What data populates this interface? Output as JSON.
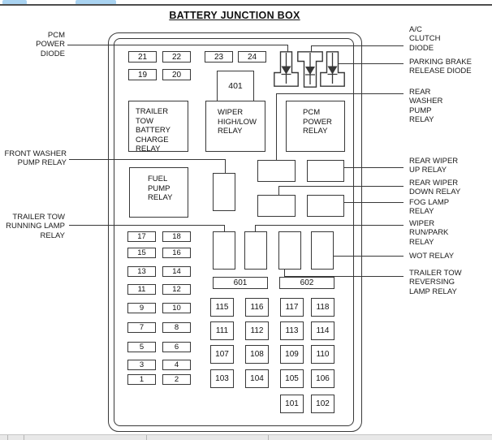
{
  "page": {
    "title": "BATTERY JUNCTION BOX"
  },
  "colors": {
    "toolbar_chip_blue": "#a9d3f1",
    "diagram_line": "#383838",
    "footer_bar_gray": "#e8e8e8"
  },
  "diagram": {
    "top_fuses": [
      "21",
      "22",
      "23",
      "24",
      "19",
      "20"
    ],
    "fuse_401": "401",
    "relay_boxes": [
      {
        "label": "TRAILER TOW\nBATTERY\nCHARGE\nRELAY"
      },
      {
        "label": "WIPER\nHIGH/LOW\nRELAY"
      },
      {
        "label": "PCM\nPOWER\nRELAY"
      },
      {
        "label": "FUEL\nPUMP\nRELAY"
      }
    ],
    "maxi_fuses": [
      "601",
      "602"
    ],
    "left_fuses": [
      "17",
      "18",
      "15",
      "16",
      "13",
      "14",
      "11",
      "12",
      "9",
      "10",
      "7",
      "8",
      "5",
      "6",
      "3",
      "4",
      "1",
      "2"
    ],
    "grid_fuses": [
      "115",
      "116",
      "117",
      "118",
      "111",
      "112",
      "113",
      "114",
      "107",
      "108",
      "109",
      "110",
      "103",
      "104",
      "105",
      "106",
      "101",
      "102"
    ],
    "callouts_left": [
      {
        "label": "PCM\nPOWER\nDIODE"
      },
      {
        "label": "FRONT WASHER\nPUMP RELAY"
      },
      {
        "label": "TRAILER TOW\nRUNNING LAMP\nRELAY"
      }
    ],
    "callouts_right": [
      {
        "label": "A/C\nCLUTCH\nDIODE"
      },
      {
        "label": "PARKING BRAKE\nRELEASE DIODE"
      },
      {
        "label": "REAR\nWASHER\nPUMP\nRELAY"
      },
      {
        "label": "REAR WIPER\nUP RELAY"
      },
      {
        "label": "REAR WIPER\nDOWN RELAY"
      },
      {
        "label": "FOG LAMP\nRELAY"
      },
      {
        "label": "WIPER\nRUN/PARK\nRELAY"
      },
      {
        "label": "WOT RELAY"
      },
      {
        "label": "TRAILER TOW\nREVERSING\nLAMP RELAY"
      }
    ]
  }
}
